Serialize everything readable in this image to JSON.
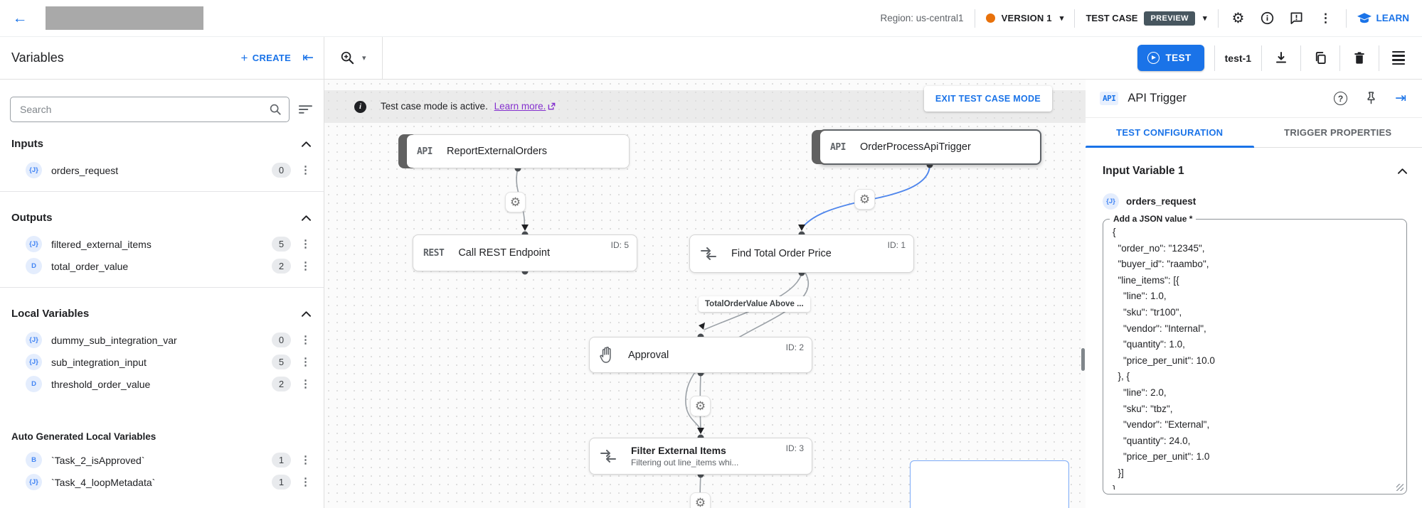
{
  "header": {
    "region_label": "Region: us-central1",
    "version_label": "VERSION 1",
    "test_case_label": "TEST CASE",
    "preview_badge": "PREVIEW",
    "learn_label": "LEARN",
    "accent_color": "#1a73e8",
    "version_dot_color": "#e8710a"
  },
  "toolbar": {
    "title": "Variables",
    "create_label": "CREATE",
    "test_button_label": "TEST",
    "test_name": "test-1"
  },
  "sidebar": {
    "search_placeholder": "Search",
    "sections": [
      {
        "title": "Inputs",
        "items": [
          {
            "type": "{J}",
            "name": "orders_request",
            "count": "0"
          }
        ]
      },
      {
        "title": "Outputs",
        "items": [
          {
            "type": "{J}",
            "name": "filtered_external_items",
            "count": "5"
          },
          {
            "type": "D",
            "name": "total_order_value",
            "count": "2"
          }
        ]
      },
      {
        "title": "Local Variables",
        "items": [
          {
            "type": "{J}",
            "name": "dummy_sub_integration_var",
            "count": "0"
          },
          {
            "type": "{J}",
            "name": "sub_integration_input",
            "count": "5"
          },
          {
            "type": "D",
            "name": "threshold_order_value",
            "count": "2"
          }
        ]
      },
      {
        "title": "Auto Generated Local Variables",
        "items": [
          {
            "type": "B",
            "name": "`Task_2_isApproved`",
            "count": "1"
          },
          {
            "type": "{J}",
            "name": "`Task_4_loopMetadata`",
            "count": "1"
          }
        ]
      }
    ]
  },
  "canvas": {
    "banner": {
      "text": "Test case mode is active.",
      "link": "Learn more.",
      "exit_button": "EXIT TEST CASE MODE"
    },
    "edge_label": "TotalOrderValue Above ...",
    "nodes": [
      {
        "kind": "API",
        "title": "ReportExternalOrders"
      },
      {
        "kind": "API",
        "title": "OrderProcessApiTrigger"
      },
      {
        "kind": "REST",
        "title": "Call REST Endpoint",
        "id": "ID: 5"
      },
      {
        "title": "Find Total Order Price",
        "id": "ID: 1"
      },
      {
        "title": "Approval",
        "id": "ID: 2"
      },
      {
        "title": "Filter External Items",
        "subtitle": "Filtering out line_items whi...",
        "id": "ID: 3"
      }
    ]
  },
  "panel": {
    "badge": "API",
    "title": "API Trigger",
    "tabs": [
      "TEST CONFIGURATION",
      "TRIGGER PROPERTIES"
    ],
    "section_title": "Input Variable 1",
    "variable": {
      "type": "{J}",
      "name": "orders_request"
    },
    "field_label": "Add a JSON value *",
    "json_value": "{\n  \"order_no\": \"12345\",\n  \"buyer_id\": \"raambo\",\n  \"line_items\": [{\n    \"line\": 1.0,\n    \"sku\": \"tr100\",\n    \"vendor\": \"Internal\",\n    \"quantity\": 1.0,\n    \"price_per_unit\": 10.0\n  }, {\n    \"line\": 2.0,\n    \"sku\": \"tbz\",\n    \"vendor\": \"External\",\n    \"quantity\": 24.0,\n    \"price_per_unit\": 1.0\n  }]\n}"
  }
}
